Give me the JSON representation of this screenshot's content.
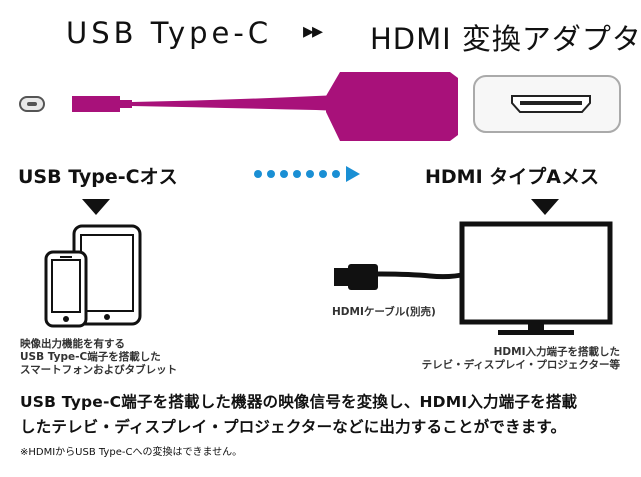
{
  "title": {
    "left": "USB Type-C",
    "arrows": "▸▸",
    "right": "HDMI 変換アダプタ"
  },
  "labels": {
    "usb_female": "USB Type-Cオス",
    "hdmi_female": "HDMI タイプAメス",
    "cable": "HDMIケーブル(別売)",
    "devices": "映像出力機能を有する\nUSB Type-C端子を搭載した\nスマートフォンおよびタブレット",
    "display": "HDMI入力端子を搭載した\nテレビ・ディスプレイ・プロジェクター等"
  },
  "description": "USB Type-C端子を搭載した機器の映像信号を変換し、HDMI入力端子を搭載\nしたテレビ・ディスプレイ・プロジェクターなどに出力することができます。",
  "note": "※HDMIからUSB Type-Cへの変換はできません。",
  "colors": {
    "magenta": "#a8117a",
    "blue": "#1a8fd4",
    "black": "#111111",
    "gray": "#666666"
  }
}
